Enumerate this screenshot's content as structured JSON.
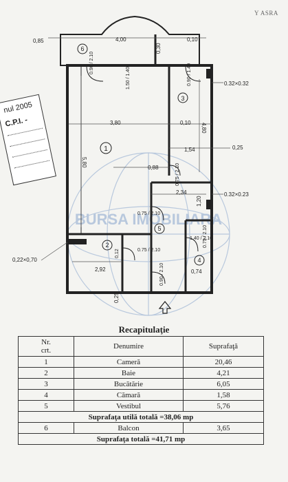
{
  "header": {
    "top_note": "Y ASRA"
  },
  "stamp": {
    "line1": "nul 2005",
    "line2": "C.P.I. -"
  },
  "plan": {
    "labels": {
      "d_085": "0,85",
      "d_400": "4,00",
      "d_010_top": "0,10",
      "d_030": "0,30",
      "door_090_210": "0.90 / 2.10",
      "door_150_140": "1.50 / 1.40",
      "door_090_140": "0.90 / 1.40",
      "d_380": "3,80",
      "d_010_mid": "0,10",
      "d_580": "5,80",
      "d_480": "4,80",
      "d_154": "1,54",
      "d_025_right": "0,25",
      "d_088": "0,88",
      "d_234": "2,34",
      "d_120": "1,20",
      "door_075_210_a": "0.75 / 2.10",
      "door_075_210_b": "0.75 / 2.10",
      "door_075_210_small": "0.75 / 2.10",
      "door_075_210_c": "0.75 / 2.10",
      "door_140_210": "1.40 / 2.10",
      "door_090_210_bottom": "0.90 / 2.10",
      "d_292": "2,92",
      "d_012": "0,12",
      "d_025_bottom": "0,25",
      "d_074": "0,74",
      "shaft_top": "0.32×0.32",
      "shaft_mid": "0.32×0.23",
      "shaft_left": "0,22×0,70",
      "room_1": "1",
      "room_2": "2",
      "room_3": "3",
      "room_4": "4",
      "room_5": "5",
      "room_6": "6",
      "watermark": "BURSA IMOBILIARA"
    }
  },
  "recap": {
    "title": "Recapitulaţie",
    "col_nr": "Nr.",
    "col_crt": "crt.",
    "col_denumire": "Denumire",
    "col_suprafata": "Suprafaţă",
    "rows": [
      {
        "nr": "1",
        "name": "Cameră",
        "area": "20,46"
      },
      {
        "nr": "2",
        "name": "Baie",
        "area": "4,21"
      },
      {
        "nr": "3",
        "name": "Bucătărie",
        "area": "6,05"
      },
      {
        "nr": "4",
        "name": "Cămară",
        "area": "1,58"
      },
      {
        "nr": "5",
        "name": "Vestibul",
        "area": "5,76"
      }
    ],
    "total_util": "Suprafaţa utilă totală =38,06 mp",
    "balcon": {
      "nr": "6",
      "name": "Balcon",
      "area": "3,65"
    },
    "total": "Suprafaţa totală =41,71 mp"
  }
}
